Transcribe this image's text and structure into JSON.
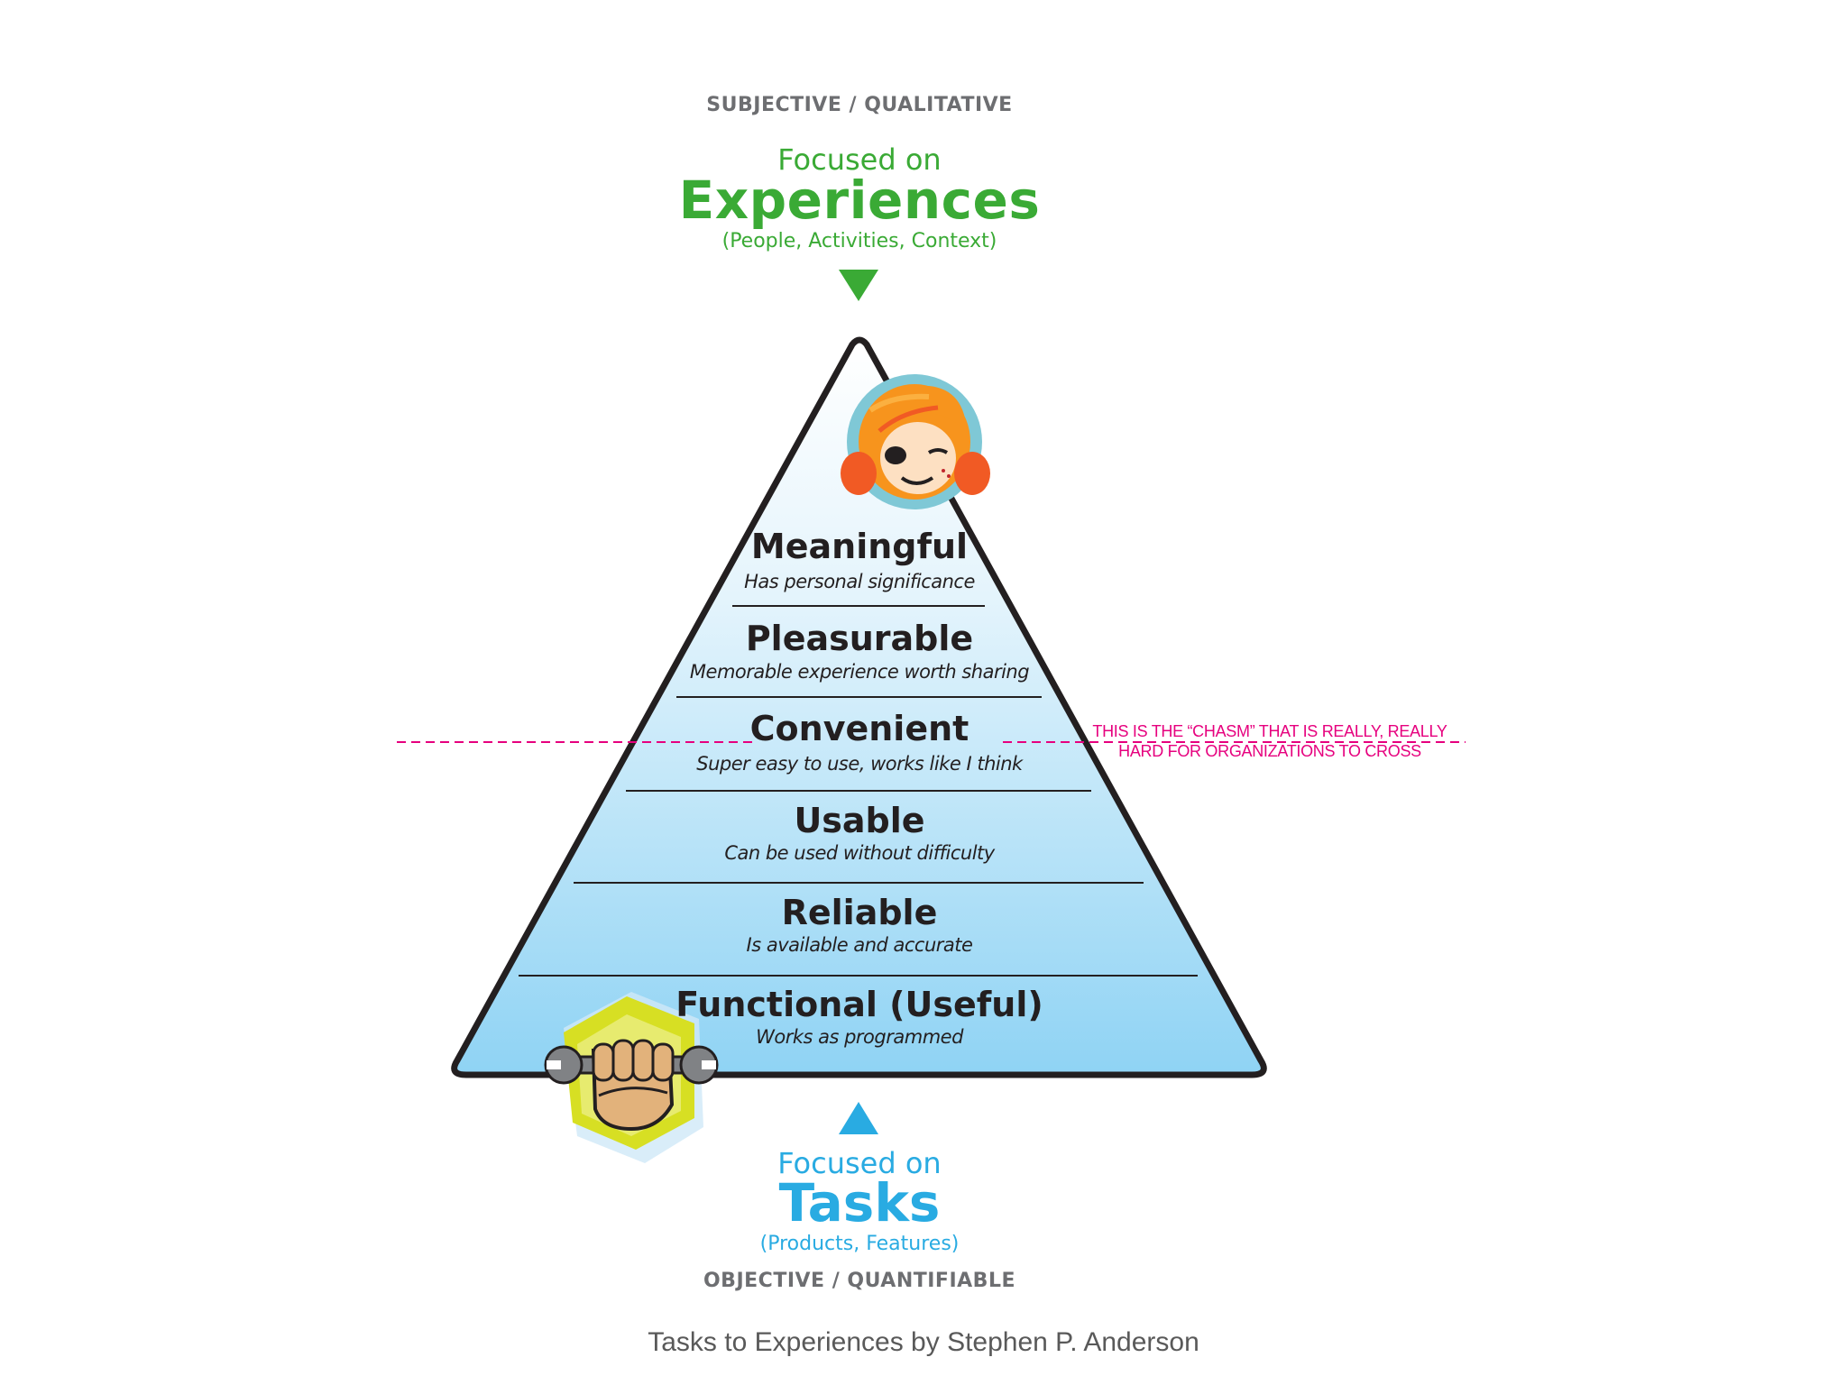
{
  "top_axis_label": "SUBJECTIVE / QUALITATIVE",
  "top_focus": {
    "prefix": "Focused on",
    "title": "Experiences",
    "subtitle": "(People, Activities, Context)"
  },
  "levels": [
    {
      "title": "Meaningful",
      "description": "Has personal significance"
    },
    {
      "title": "Pleasurable",
      "description": "Memorable experience worth sharing"
    },
    {
      "title": "Convenient",
      "description": "Super easy to use, works like I think"
    },
    {
      "title": "Usable",
      "description": "Can be used without difficulty"
    },
    {
      "title": "Reliable",
      "description": "Is available and accurate"
    },
    {
      "title": "Functional (Useful)",
      "description": "Works as programmed"
    }
  ],
  "chasm_note": "THIS IS THE “CHASM” THAT IS REALLY, REALLY HARD FOR ORGANIZATIONS TO CROSS",
  "bottom_focus": {
    "prefix": "Focused on",
    "title": "Tasks",
    "subtitle": "(Products, Features)"
  },
  "bottom_axis_label": "OBJECTIVE / QUANTIFIABLE",
  "caption": "Tasks to Experiences by Stephen P. Anderson",
  "colors": {
    "experiences_green": "#3aaa35",
    "tasks_blue": "#29abe2",
    "chasm_pink": "#e6007e",
    "pyramid_top": "#ffffff",
    "pyramid_bottom": "#8fd3f4"
  },
  "icons": [
    "girl-face-icon",
    "fist-wrench-icon",
    "down-arrow-icon",
    "up-arrow-icon"
  ]
}
